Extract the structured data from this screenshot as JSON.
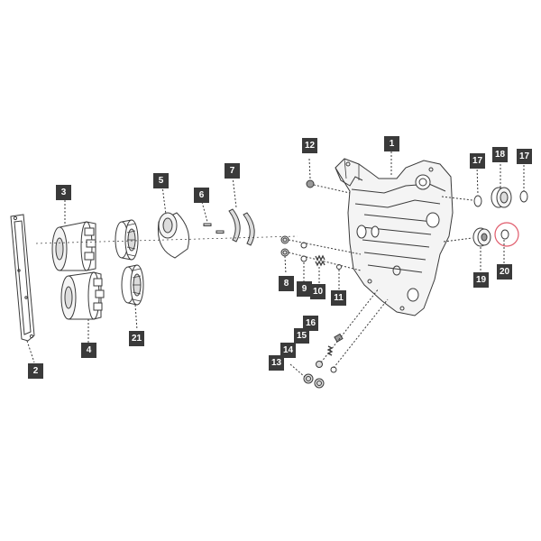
{
  "diagram": {
    "callout_labels": {
      "c1": "1",
      "c2": "2",
      "c3": "3",
      "c4": "4",
      "c5": "5",
      "c6": "6",
      "c7": "7",
      "c8": "8",
      "c9": "9",
      "c10": "10",
      "c11": "11",
      "c12": "12",
      "c13": "13",
      "c14": "14",
      "c15": "15",
      "c16": "16",
      "c17a": "17",
      "c17b": "17",
      "c18": "18",
      "c19": "19",
      "c20": "20",
      "c21": "21"
    },
    "colors": {
      "line": "#3a3a3a",
      "callout_bg": "#3a3a3a",
      "callout_text": "#ffffff",
      "highlight": "#e05a6a",
      "fill_light": "#f4f4f4",
      "fill_mid": "#dcdcdc",
      "fill_dark": "#9a9a9a"
    },
    "highlighted_part": "20"
  }
}
